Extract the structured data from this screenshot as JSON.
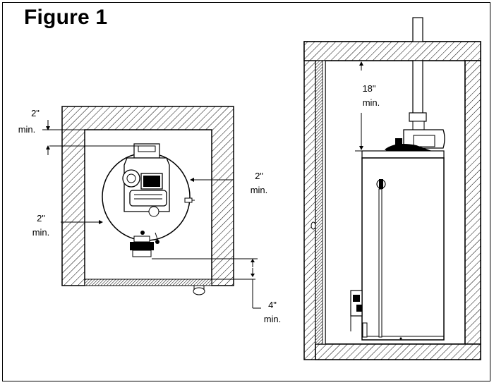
{
  "figure": {
    "title": "Figure 1"
  },
  "top_view": {
    "top_clearance": {
      "value": "2\"",
      "unit": "min."
    },
    "right_clearance": {
      "value": "2\"",
      "unit": "min."
    },
    "left_clearance": {
      "value": "2\"",
      "unit": "min."
    },
    "front_clearance": {
      "value": "4\"",
      "unit": "min."
    }
  },
  "side_view": {
    "top_clearance": {
      "value": "18\"",
      "unit": "min."
    }
  },
  "colors": {
    "line": "#000000",
    "background": "#ffffff"
  }
}
